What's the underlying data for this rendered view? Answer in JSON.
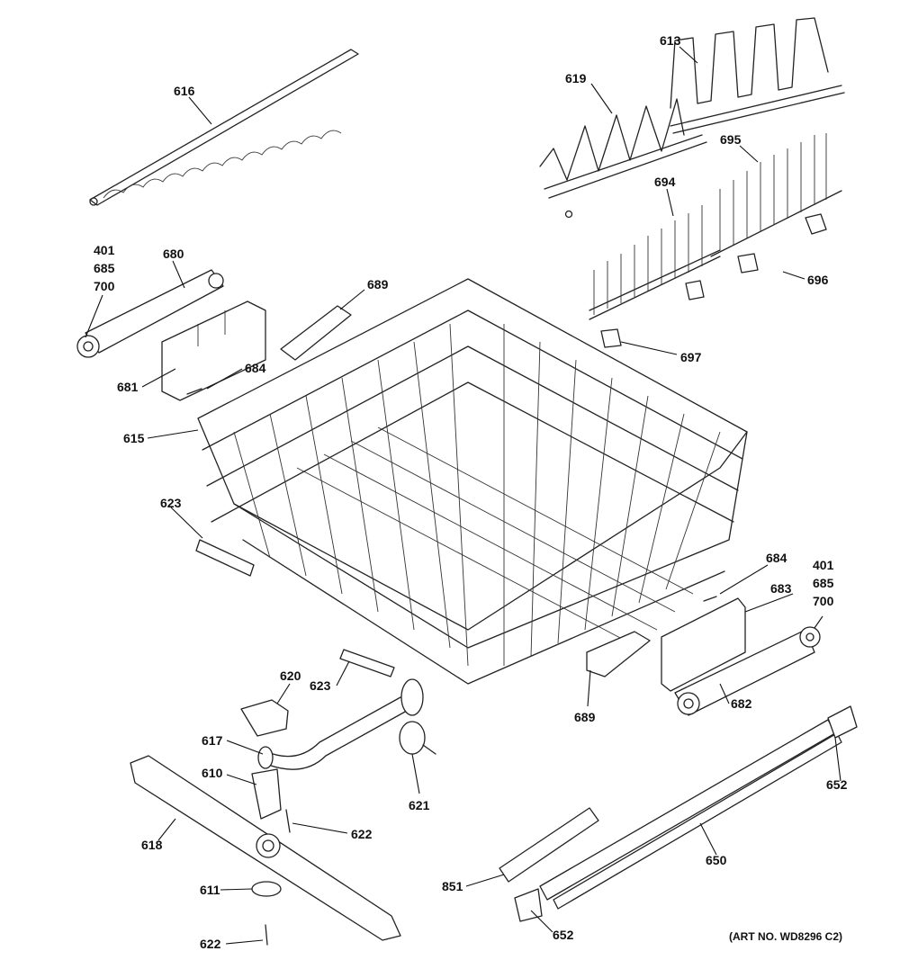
{
  "art_number": "(ART NO. WD8296 C2)",
  "parts": {
    "p616": "616",
    "p613": "613",
    "p619": "619",
    "p695": "695",
    "p694": "694",
    "p696": "696",
    "p697": "697",
    "p401a": "401",
    "p685a": "685",
    "p700a": "700",
    "p680": "680",
    "p689a": "689",
    "p681": "681",
    "p684a": "684",
    "p615": "615",
    "p623a": "623",
    "p684b": "684",
    "p401b": "401",
    "p685b": "685",
    "p700b": "700",
    "p683": "683",
    "p620": "620",
    "p623b": "623",
    "p689b": "689",
    "p682": "682",
    "p617": "617",
    "p610": "610",
    "p621": "621",
    "p652a": "652",
    "p622a": "622",
    "p618": "618",
    "p650": "650",
    "p611": "611",
    "p851": "851",
    "p652b": "652",
    "p622b": "622"
  }
}
